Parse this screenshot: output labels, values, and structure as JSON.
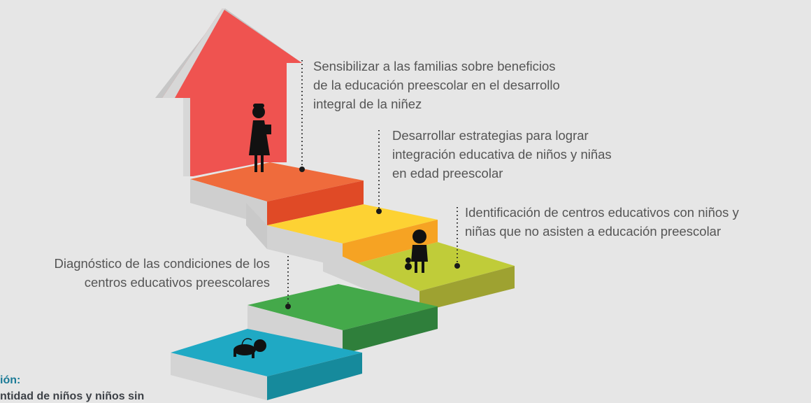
{
  "steps": [
    {
      "text": "Sensibilizar a las familias sobre beneficios\nde la educación preescolar en el desarrollo\nintegral de la niñez"
    },
    {
      "text": "Desarrollar estrategias para lograr\nintegración educativa de niños y niñas\nen edad preescolar"
    },
    {
      "text": "Identificación de centros educativos con niños y\nniñas que no asisten a educación preescolar"
    },
    {
      "text": "Diagnóstico de las condiciones de los\ncentros educativos preescolares"
    }
  ],
  "bottom": {
    "line1": "ión:",
    "line2": "ntidad de niños y niños sin"
  },
  "colors": {
    "background": "#e6e6e6",
    "house": "#ef5350",
    "step_orange": "#ef6b3c",
    "step_yellow": "#fdd233",
    "step_lime": "#c0cc39",
    "step_green": "#44a94a",
    "step_teal": "#1fa9c4"
  },
  "icons": [
    "girl-with-book-icon",
    "child-with-teddy-icon",
    "crawling-baby-icon"
  ]
}
